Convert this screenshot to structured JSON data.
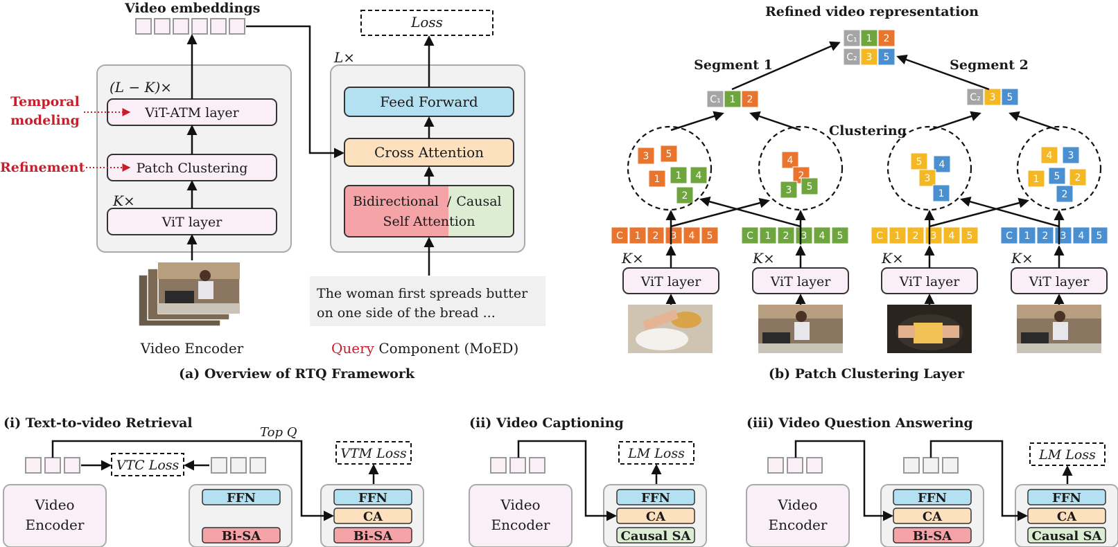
{
  "colors": {
    "orange": "#e8742e",
    "green": "#6fa53e",
    "yellow": "#f3b823",
    "blue": "#4a8fd0",
    "gray_chip": "#a5a5a5",
    "pink_box": "#faeef7",
    "panel_gray": "#f2f2f2",
    "ffn_blue": "#b3e1f2",
    "ca_peach": "#fde1bf",
    "bi_red": "#f4a3a6",
    "causal_green": "#dcedd4",
    "accent_red": "#c81e2c"
  },
  "panel_a": {
    "video_embeddings_label": "Video embeddings",
    "loss_label": "Loss",
    "l_times": "L×",
    "lk_times": "(L − K)×",
    "k_times": "K×",
    "temporal_label_1": "Temporal",
    "temporal_label_2": "modeling",
    "refinement_label": "Refinement",
    "vit_atm": "ViT-ATM layer",
    "patch_clustering": "Patch Clustering",
    "vit_layer": "ViT layer",
    "feed_forward": "Feed Forward",
    "cross_attention": "Cross Attention",
    "bidirectional": "Bidirectional",
    "slash": "/",
    "causal": "Causal",
    "self_attention": "Self Attention",
    "query_line1": "The woman first spreads butter",
    "query_line2": "on one side of the bread ...",
    "video_encoder": "Video Encoder",
    "query_word": "Query",
    "component": "Component (MoED)",
    "caption": "(a) Overview of RTQ Framework"
  },
  "panel_b": {
    "refined_label": "Refined video representation",
    "segment1": "Segment 1",
    "segment2": "Segment 2",
    "clustering": "Clustering",
    "k_times": "K×",
    "vit_layer": "ViT layer",
    "caption": "(b) Patch Clustering Layer",
    "token_labels": [
      "C",
      "1",
      "2",
      "3",
      "4",
      "5"
    ],
    "final_row1": [
      "C₁",
      "1",
      "2"
    ],
    "final_row2": [
      "C₂",
      "3",
      "5"
    ],
    "seg1_tokens": [
      "C₁",
      "1",
      "2"
    ],
    "seg2_tokens": [
      "C₂",
      "3",
      "5"
    ],
    "cluster1": [
      "3",
      "5",
      "1",
      "1",
      "4",
      "2"
    ],
    "cluster2": [
      "4",
      "2",
      "3",
      "5"
    ],
    "cluster3": [
      "5",
      "4",
      "3",
      "1"
    ],
    "cluster4": [
      "4",
      "3",
      "1",
      "5",
      "2",
      "2"
    ]
  },
  "panel_i": {
    "title": "(i) Text-to-video Retrieval",
    "top_q": "Top Q",
    "vtc_loss": "VTC Loss",
    "vtm_loss": "VTM Loss",
    "video": "Video",
    "encoder": "Encoder",
    "ffn": "FFN",
    "bi_sa": "Bi-SA",
    "ca": "CA"
  },
  "panel_ii": {
    "title": "(ii) Video Captioning",
    "lm_loss": "LM Loss",
    "video": "Video",
    "encoder": "Encoder",
    "ffn": "FFN",
    "ca": "CA",
    "causal_sa": "Causal SA"
  },
  "panel_iii": {
    "title": "(iii) Video Question Answering",
    "lm_loss": "LM Loss",
    "video": "Video",
    "encoder": "Encoder",
    "ffn": "FFN",
    "ca": "CA",
    "bi_sa": "Bi-SA",
    "causal_sa": "Causal SA"
  }
}
